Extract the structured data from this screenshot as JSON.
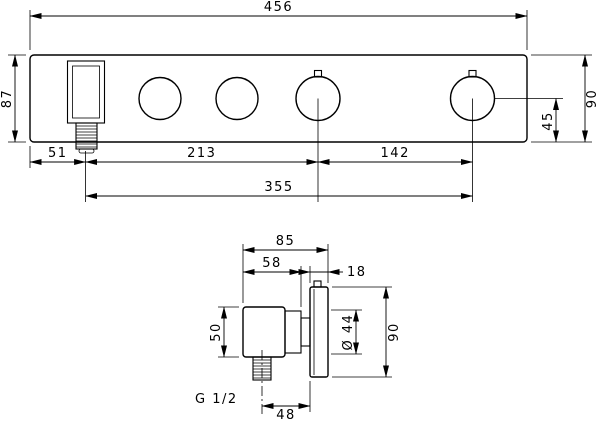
{
  "drawing": {
    "top_view": {
      "total_width": "456",
      "left_height": "87",
      "right_height": "90",
      "right_half_height": "45",
      "segment_left": "51",
      "segment_middle": "213",
      "segment_right": "142",
      "segment_total": "355"
    },
    "side_view": {
      "total_depth": "85",
      "body_depth": "58",
      "plate_depth": "18",
      "body_height": "50",
      "diameter": "Ø 44",
      "plate_height": "90",
      "thread_size": "G 1/2",
      "outlet_offset": "48"
    }
  }
}
